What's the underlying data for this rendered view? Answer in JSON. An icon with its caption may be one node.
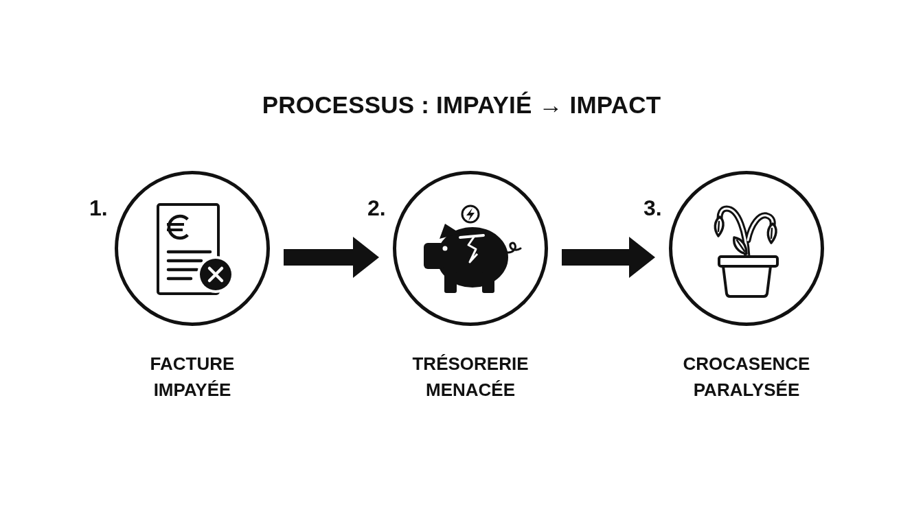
{
  "diagram": {
    "title": "PROCESSUS : IMPAYIÉ → IMPACT",
    "nodes": [
      {
        "text": [
          "FACTURE IMPAYÉE"
        ],
        "beside": [
          "1."
        ]
      },
      {
        "text": [
          "TRÉSORERIE MENACÉE"
        ],
        "beside": [
          "2."
        ]
      },
      {
        "text": [
          "CROCASENCE PARALYSÉE"
        ],
        "beside": [
          "3."
        ]
      }
    ],
    "edges": [
      {
        "from": 0,
        "to": 1,
        "arrow": "to"
      },
      {
        "from": 1,
        "to": 2,
        "arrow": "to"
      }
    ]
  }
}
